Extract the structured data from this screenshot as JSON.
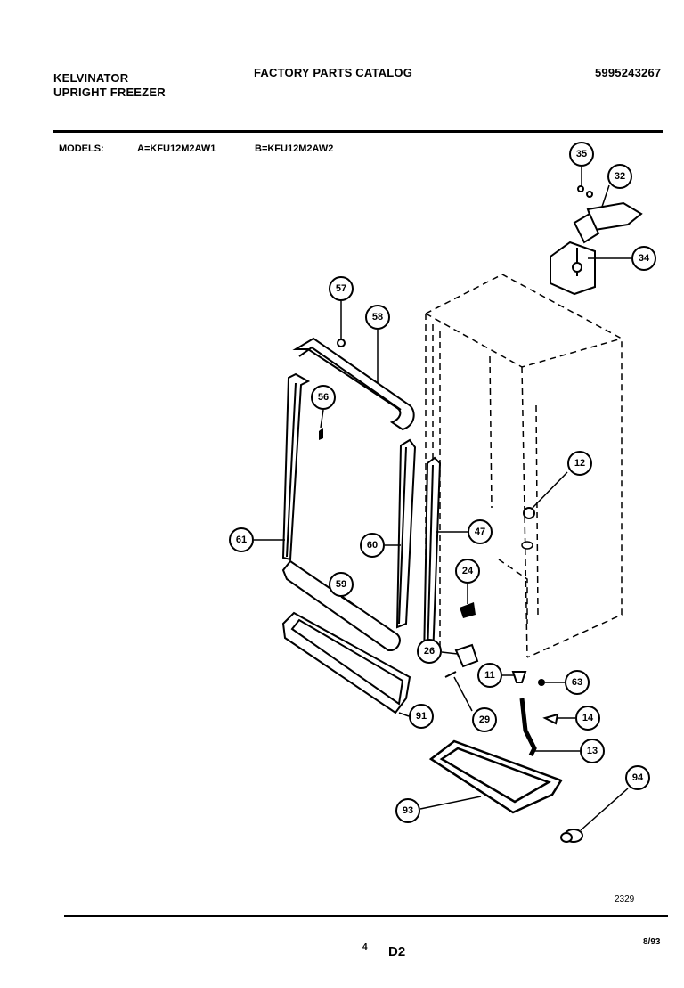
{
  "header": {
    "brand_line1": "KELVINATOR",
    "brand_line2": "UPRIGHT FREEZER",
    "catalog_title": "FACTORY PARTS CATALOG",
    "catalog_number": "5995243267"
  },
  "models": {
    "label": "MODELS:",
    "model_a": "A=KFU12M2AW1",
    "model_b": "B=KFU12M2AW2"
  },
  "callouts": [
    "35",
    "32",
    "34",
    "57",
    "58",
    "56",
    "12",
    "61",
    "60",
    "47",
    "59",
    "24",
    "26",
    "11",
    "63",
    "29",
    "14",
    "91",
    "13",
    "94",
    "93"
  ],
  "footer": {
    "diagram_code": "2329",
    "page_number": "4",
    "section": "D2",
    "date": "8/93"
  }
}
